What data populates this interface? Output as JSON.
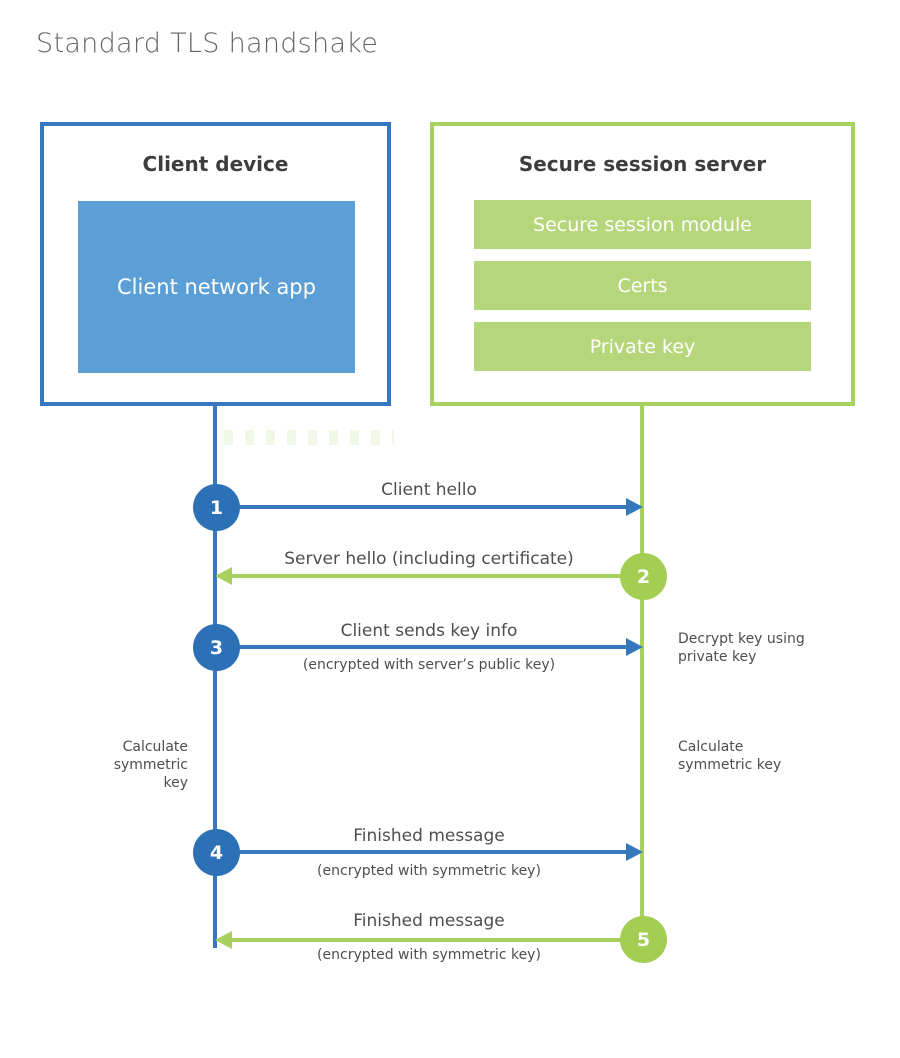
{
  "title": "Standard TLS handshake",
  "colors": {
    "blue_border": "#3578BE",
    "blue_circle": "#2C71B6",
    "blue_fill": "#5C9FD6",
    "green_border": "#A6D15F",
    "green_circle": "#A3CE52",
    "green_bar": "#B6D67B",
    "heading_text": "#3D3D3D",
    "body_text": "#4E4E4E",
    "title_text": "#646464"
  },
  "client": {
    "title": "Client device",
    "app_label": "Client network app"
  },
  "server": {
    "title": "Secure session server",
    "modules": [
      {
        "label": "Secure session module"
      },
      {
        "label": "Certs"
      },
      {
        "label": "Private key"
      }
    ]
  },
  "messages": [
    {
      "num": "1",
      "label": "Client hello",
      "sub": "",
      "direction": "client-to-server"
    },
    {
      "num": "2",
      "label": "Server hello (including certificate)",
      "sub": "",
      "direction": "server-to-client"
    },
    {
      "num": "3",
      "label": "Client sends key info",
      "sub": "(encrypted with server’s public key)",
      "direction": "client-to-server"
    },
    {
      "num": "4",
      "label": "Finished message",
      "sub": "(encrypted with symmetric key)",
      "direction": "client-to-server"
    },
    {
      "num": "5",
      "label": "Finished message",
      "sub": "(encrypted with symmetric key)",
      "direction": "server-to-client"
    }
  ],
  "notes": {
    "decrypt": "Decrypt key using private key",
    "calc_left": "Calculate symmetric key",
    "calc_right": "Calculate symmetric key"
  }
}
